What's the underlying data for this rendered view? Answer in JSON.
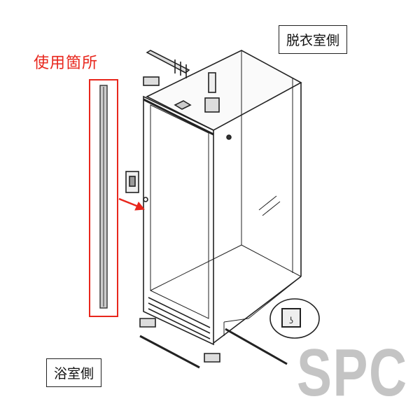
{
  "labels": {
    "usage_location": "使用箇所",
    "dressing_room_side": "脱衣室側",
    "bathroom_side": "浴室側"
  },
  "watermark": "SPC",
  "colors": {
    "highlight": "#e8261c",
    "watermark": "#c4c4c4",
    "line": "#222222"
  }
}
